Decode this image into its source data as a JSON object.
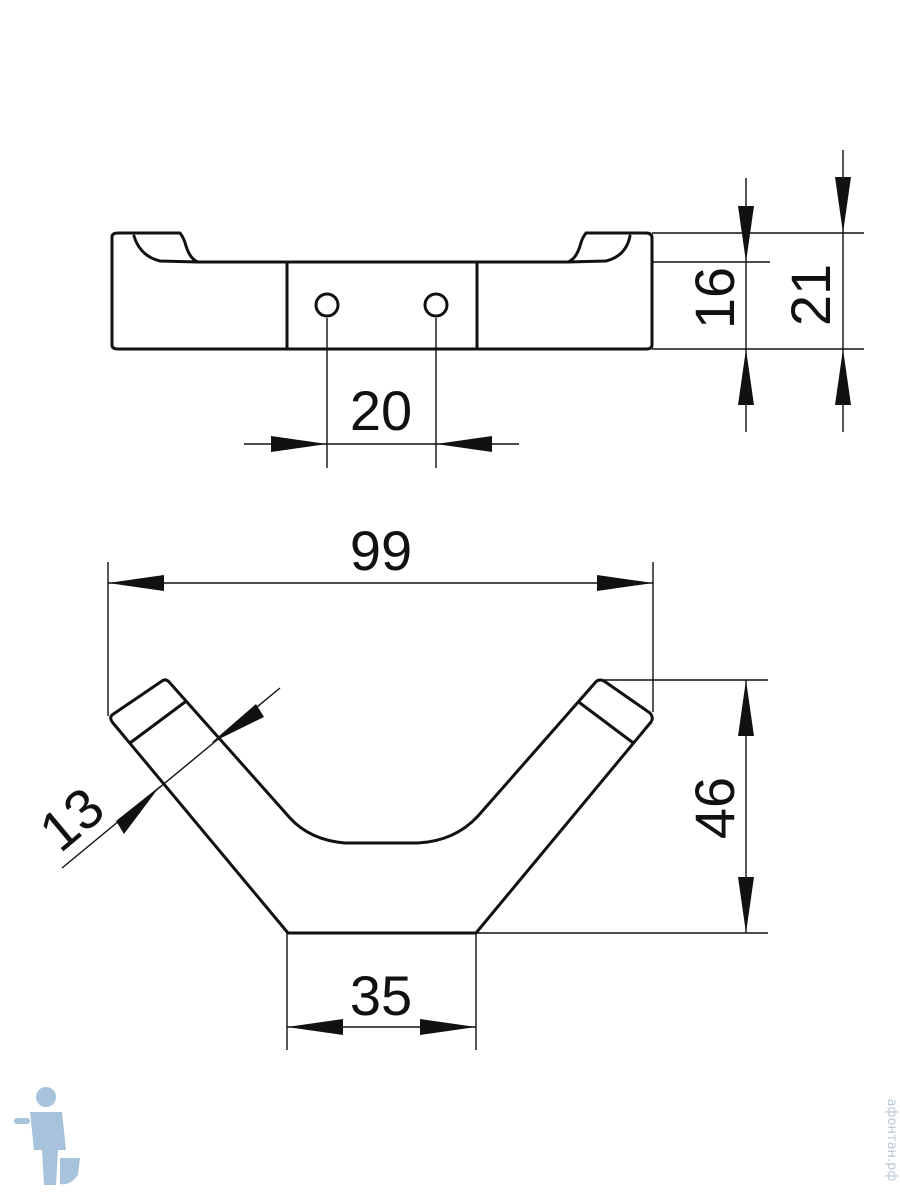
{
  "dimensions": {
    "hole_spacing": "20",
    "base_height": "16",
    "total_height": "21",
    "overall_width": "99",
    "arm_thickness": "13",
    "total_depth": "46",
    "base_width": "35"
  },
  "watermark": "афонтан.рф",
  "colors": {
    "line": "#111111",
    "background": "#ffffff",
    "watermark": "#a7c3dc"
  }
}
